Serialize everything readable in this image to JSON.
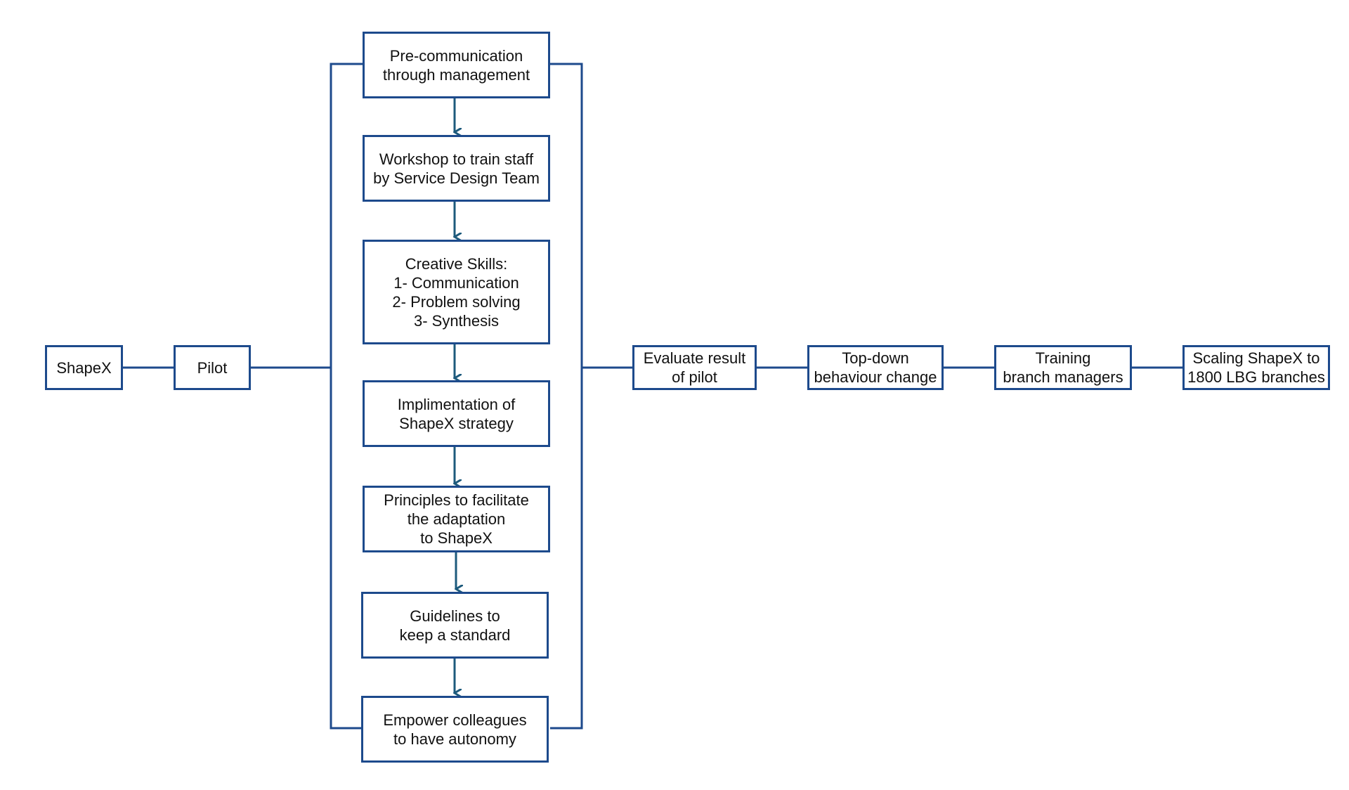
{
  "colors": {
    "line": "#1d4a8c",
    "arrow": "#1d5a7c",
    "text": "#111111",
    "background": "#ffffff"
  },
  "nodes": {
    "shapex": "ShapeX",
    "pilot": "Pilot",
    "pre_communication": "Pre-communication\nthrough management",
    "workshop": "Workshop to train staff\nby Service Design Team",
    "creative_skills": "Creative Skills:\n1- Communication\n2- Problem solving\n3- Synthesis",
    "implementation": "Implimentation of\nShapeX strategy",
    "principles": "Principles to facilitate\nthe adaptation\n to ShapeX",
    "guidelines": "Guidelines to\nkeep a standard",
    "empower": "Empower colleagues\nto have autonomy",
    "evaluate": "Evaluate result\nof pilot",
    "top_down": "Top-down\nbehaviour change",
    "training": "Training\nbranch managers",
    "scaling": "Scaling ShapeX to\n1800 LBG branches"
  }
}
